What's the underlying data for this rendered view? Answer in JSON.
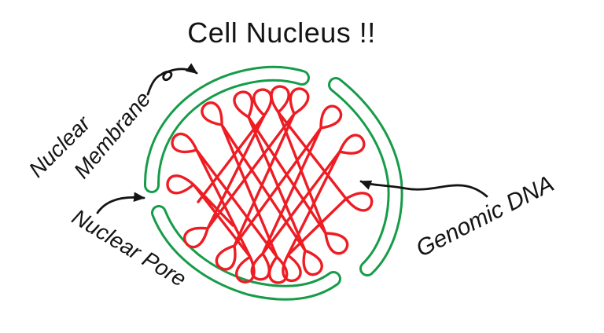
{
  "title": "Cell Nucleus !!",
  "labels": {
    "membrane_line1": "Nuclear",
    "membrane_line2": "Membrane",
    "pore": "Nuclear Pore",
    "dna": "Genomic DNA"
  },
  "colors": {
    "membrane_green": "#169c49",
    "dna_red": "#ee1c23",
    "ink_black": "#141414",
    "background": "#ffffff"
  }
}
